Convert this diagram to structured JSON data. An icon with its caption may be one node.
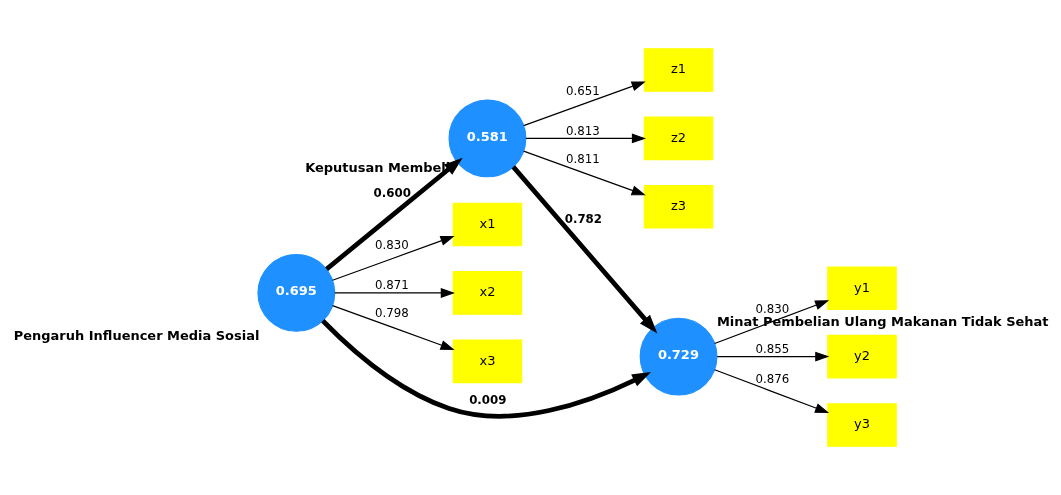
{
  "diagram": {
    "nodes": [
      {
        "text": [
          "z1"
        ]
      },
      {
        "text": [
          "z2"
        ]
      },
      {
        "text": [
          "z3"
        ]
      },
      {
        "text": [
          "0.581"
        ],
        "beside": [
          "Keputusan Membeli"
        ]
      },
      {
        "text": [
          "x1"
        ]
      },
      {
        "text": [
          "x2"
        ]
      },
      {
        "text": [
          "x3"
        ]
      },
      {
        "text": [
          "0.695"
        ],
        "beside": [
          "Pengaruh Influencer Media Sosial"
        ]
      },
      {
        "text": [
          "0.729"
        ],
        "beside": [
          "Minat Pembelian Ulang Makanan Tidak Sehat"
        ]
      },
      {
        "text": [
          "y1"
        ]
      },
      {
        "text": [
          "y2"
        ]
      },
      {
        "text": [
          "y3"
        ]
      }
    ],
    "edges": [
      {
        "from": 3,
        "to": 0,
        "arrow": "to",
        "label": "0.651"
      },
      {
        "from": 3,
        "to": 1,
        "arrow": "to",
        "label": "0.813"
      },
      {
        "from": 3,
        "to": 2,
        "arrow": "to",
        "label": "0.811"
      },
      {
        "from": 7,
        "to": 4,
        "arrow": "to",
        "label": "0.830"
      },
      {
        "from": 7,
        "to": 5,
        "arrow": "to",
        "label": "0.871"
      },
      {
        "from": 7,
        "to": 6,
        "arrow": "to",
        "label": "0.798"
      },
      {
        "from": 7,
        "to": 3,
        "arrow": "to",
        "label": "0.600",
        "style": "thick"
      },
      {
        "from": 3,
        "to": 8,
        "arrow": "to",
        "label": "0.782",
        "style": "thick"
      },
      {
        "from": 7,
        "to": 8,
        "arrow": "to",
        "label": "0.009",
        "style": "thick"
      },
      {
        "from": 8,
        "to": 9,
        "arrow": "to",
        "label": "0.830"
      },
      {
        "from": 8,
        "to": 10,
        "arrow": "to",
        "label": "0.855"
      },
      {
        "from": 8,
        "to": 11,
        "arrow": "to",
        "label": "0.876"
      }
    ]
  }
}
